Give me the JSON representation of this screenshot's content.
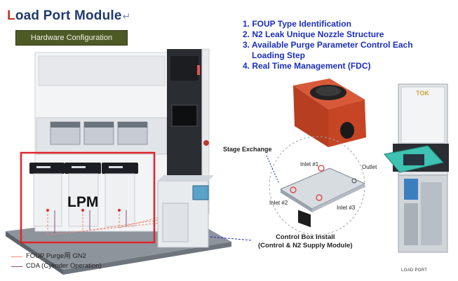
{
  "title": {
    "first_letter": "L",
    "rest": "oad Port Module",
    "arrow": "↵"
  },
  "hardware_bar": "Hardware Configuration",
  "features": [
    {
      "text": "1.  FOUP Type Identification"
    },
    {
      "text": "2.  N2 Leak Unique Nozzle Structure"
    },
    {
      "text": "3.  Available Purge Parameter Control Each"
    },
    {
      "text": "Loading Step",
      "continuation": true
    },
    {
      "text": "4.  Real Time Management (FDC)"
    }
  ],
  "labels": {
    "lpm": "LPM",
    "stage_exchange": "Stage Exchange",
    "inlet1": "Inlet #1",
    "inlet2": "Inlet #2",
    "inlet3": "Inlet #3",
    "outlet": "Outlet",
    "control_box_line1": "Control Box Install",
    "control_box_line2": "(Control & N2 Supply Module)",
    "load_port": "LOAD PORT",
    "brand": "TOK"
  },
  "legend": [
    {
      "text": "FOUP Purge用 GN2",
      "color": "#e88a7a"
    },
    {
      "text": "CDA (Cylinder Operation)",
      "color": "#8a4e7a"
    }
  ],
  "colors": {
    "accent_red": "#c0392b",
    "title_blue": "#1f3a6e",
    "feature_blue": "#1a2fb8",
    "highlight_red": "#e0242a",
    "foup_orange": "#c64524",
    "stage_teal": "#40c0b0",
    "hw_bar": "#4e5a26"
  }
}
